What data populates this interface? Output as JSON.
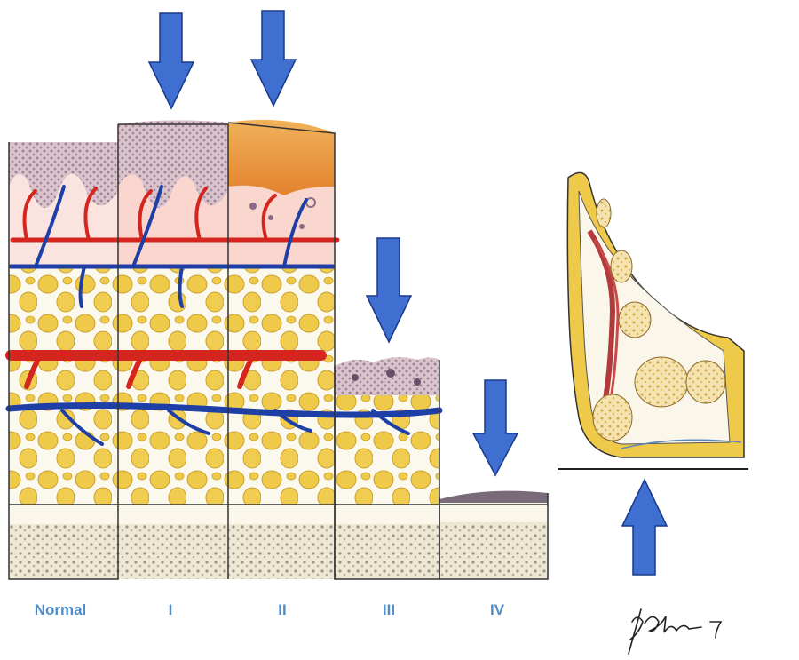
{
  "stages": [
    {
      "label": "Normal"
    },
    {
      "label": "I"
    },
    {
      "label": "II"
    },
    {
      "label": "III"
    },
    {
      "label": "IV"
    }
  ],
  "signature": "signature mark",
  "colors": {
    "label": "#4f8cc8",
    "arrow_fill": "#3e6fd1",
    "artery": "#d4261e",
    "vein": "#1e3fa6",
    "fat": "#eec94a",
    "epidermis": "#b08aa3",
    "eschar": "#e89a3a",
    "bone": "#d9cfb5"
  },
  "icons": [
    "pressure-arrow-down",
    "pressure-arrow-up"
  ]
}
